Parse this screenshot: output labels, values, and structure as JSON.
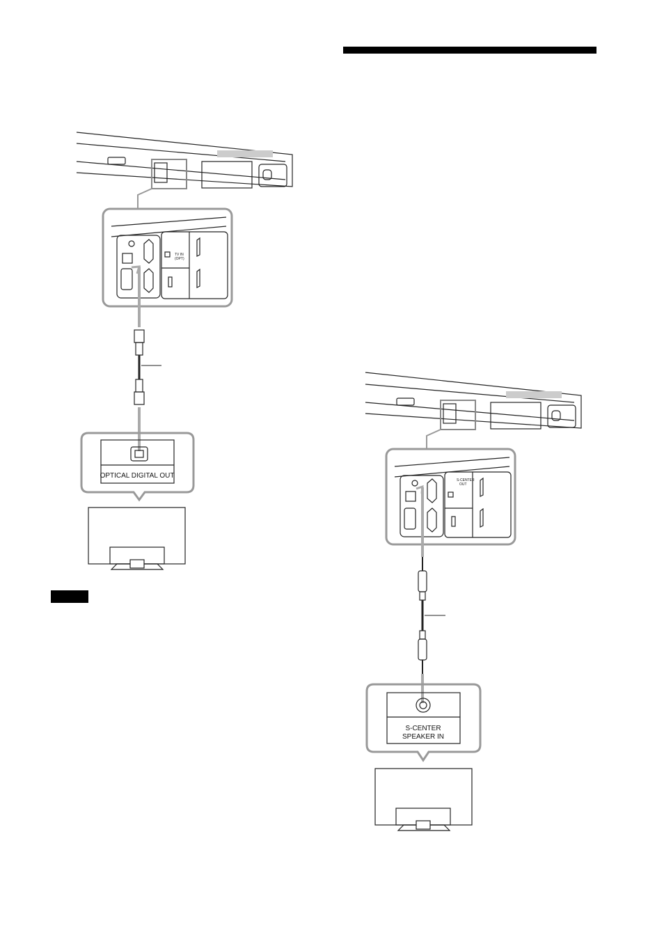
{
  "left_diagram": {
    "port_label": "TV IN (OPT)",
    "port_label_line1": "TV IN",
    "port_label_line2": "(OPT)",
    "tv_jack_label": "OPTICAL DIGITAL OUT"
  },
  "right_diagram": {
    "port_label_line1": "S-CENTER",
    "port_label_line2": "OUT",
    "tv_jack_label_line1": "S-CENTER",
    "tv_jack_label_line2": "SPEAKER IN"
  },
  "colors": {
    "line": "#222222",
    "callout": "#999999",
    "cable_gray": "#aaaaaa"
  }
}
